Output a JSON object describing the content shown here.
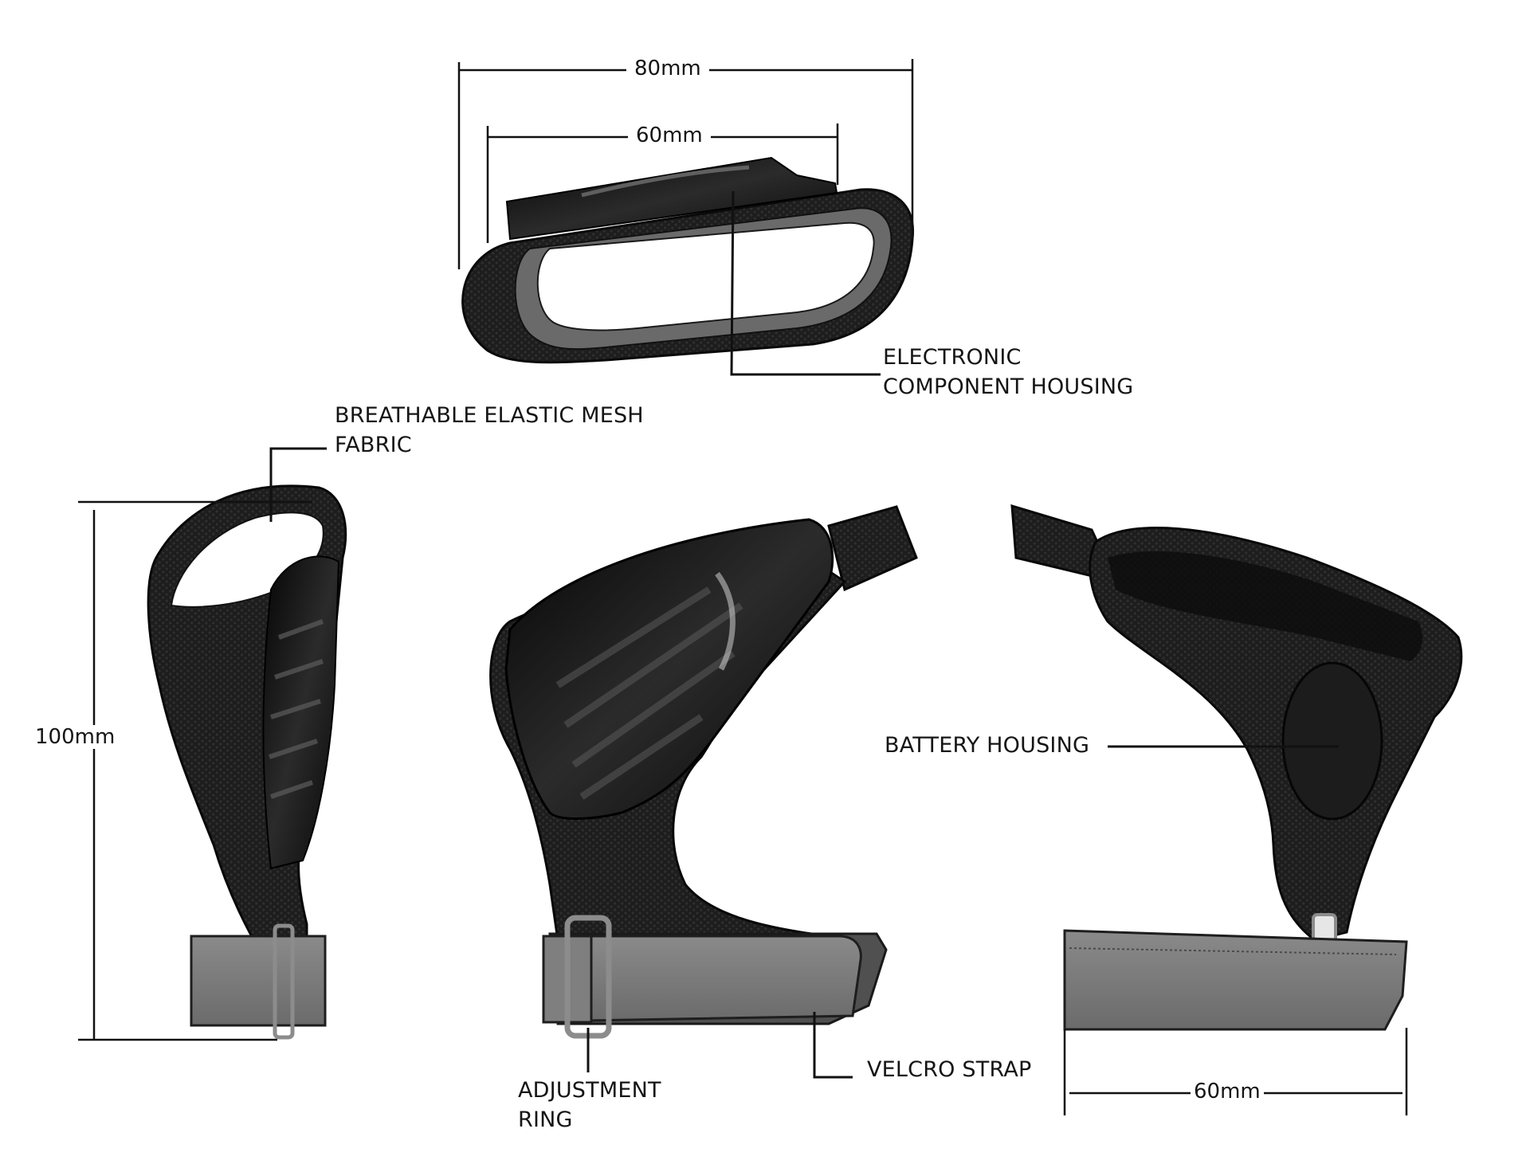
{
  "dimensions": {
    "top_outer": "80mm",
    "top_inner": "60mm",
    "height": "100mm",
    "base_width": "60mm"
  },
  "callouts": {
    "electronic_housing": [
      "ELECTRONIC",
      "COMPONENT HOUSING"
    ],
    "mesh_fabric": [
      "BREATHABLE ELASTIC MESH",
      "FABRIC"
    ],
    "battery_housing": [
      "BATTERY HOUSING"
    ],
    "adjustment_ring": [
      "ADJUSTMENT",
      "RING"
    ],
    "velcro_strap": [
      "VELCRO STRAP"
    ]
  },
  "colors": {
    "mesh": "#1c1c1c",
    "shell": "#0b0b0b",
    "strap": "#7a7a7a",
    "strap_dark": "#4d4d4d",
    "ring": "#8c8c8c",
    "line": "#111111"
  }
}
